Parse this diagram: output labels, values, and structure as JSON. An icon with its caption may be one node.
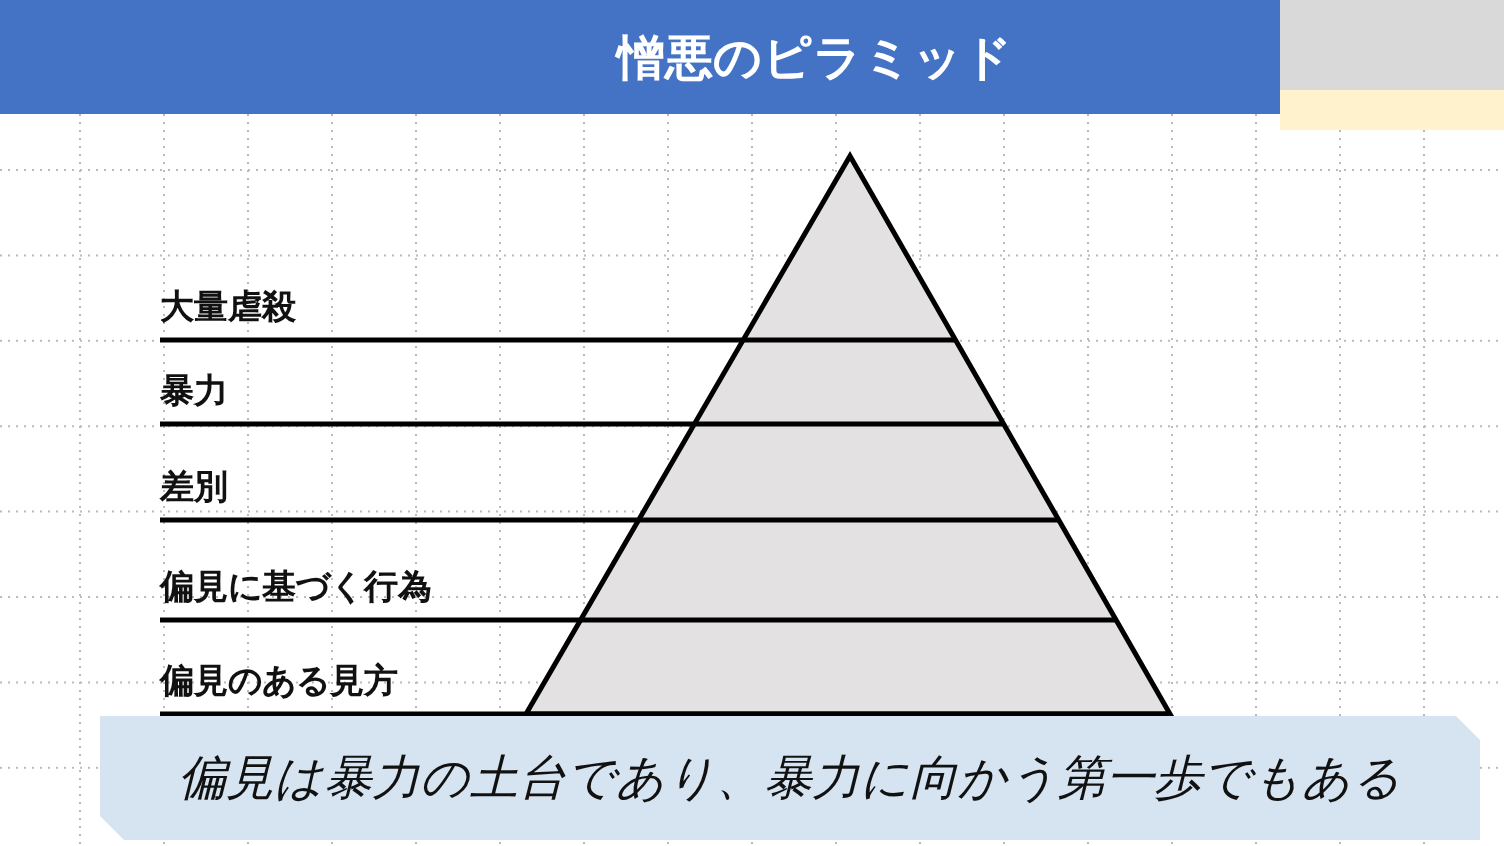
{
  "diagram": {
    "title": "憎悪のピラミッド",
    "nodes": [
      {
        "text": [
          "偏見は暴力の土台であり、暴力に向かう第一歩でもある"
        ]
      }
    ],
    "labels": [
      "大量虐殺",
      "暴力",
      "差別",
      "偏見に基づく行為",
      "偏見のある見方"
    ]
  }
}
